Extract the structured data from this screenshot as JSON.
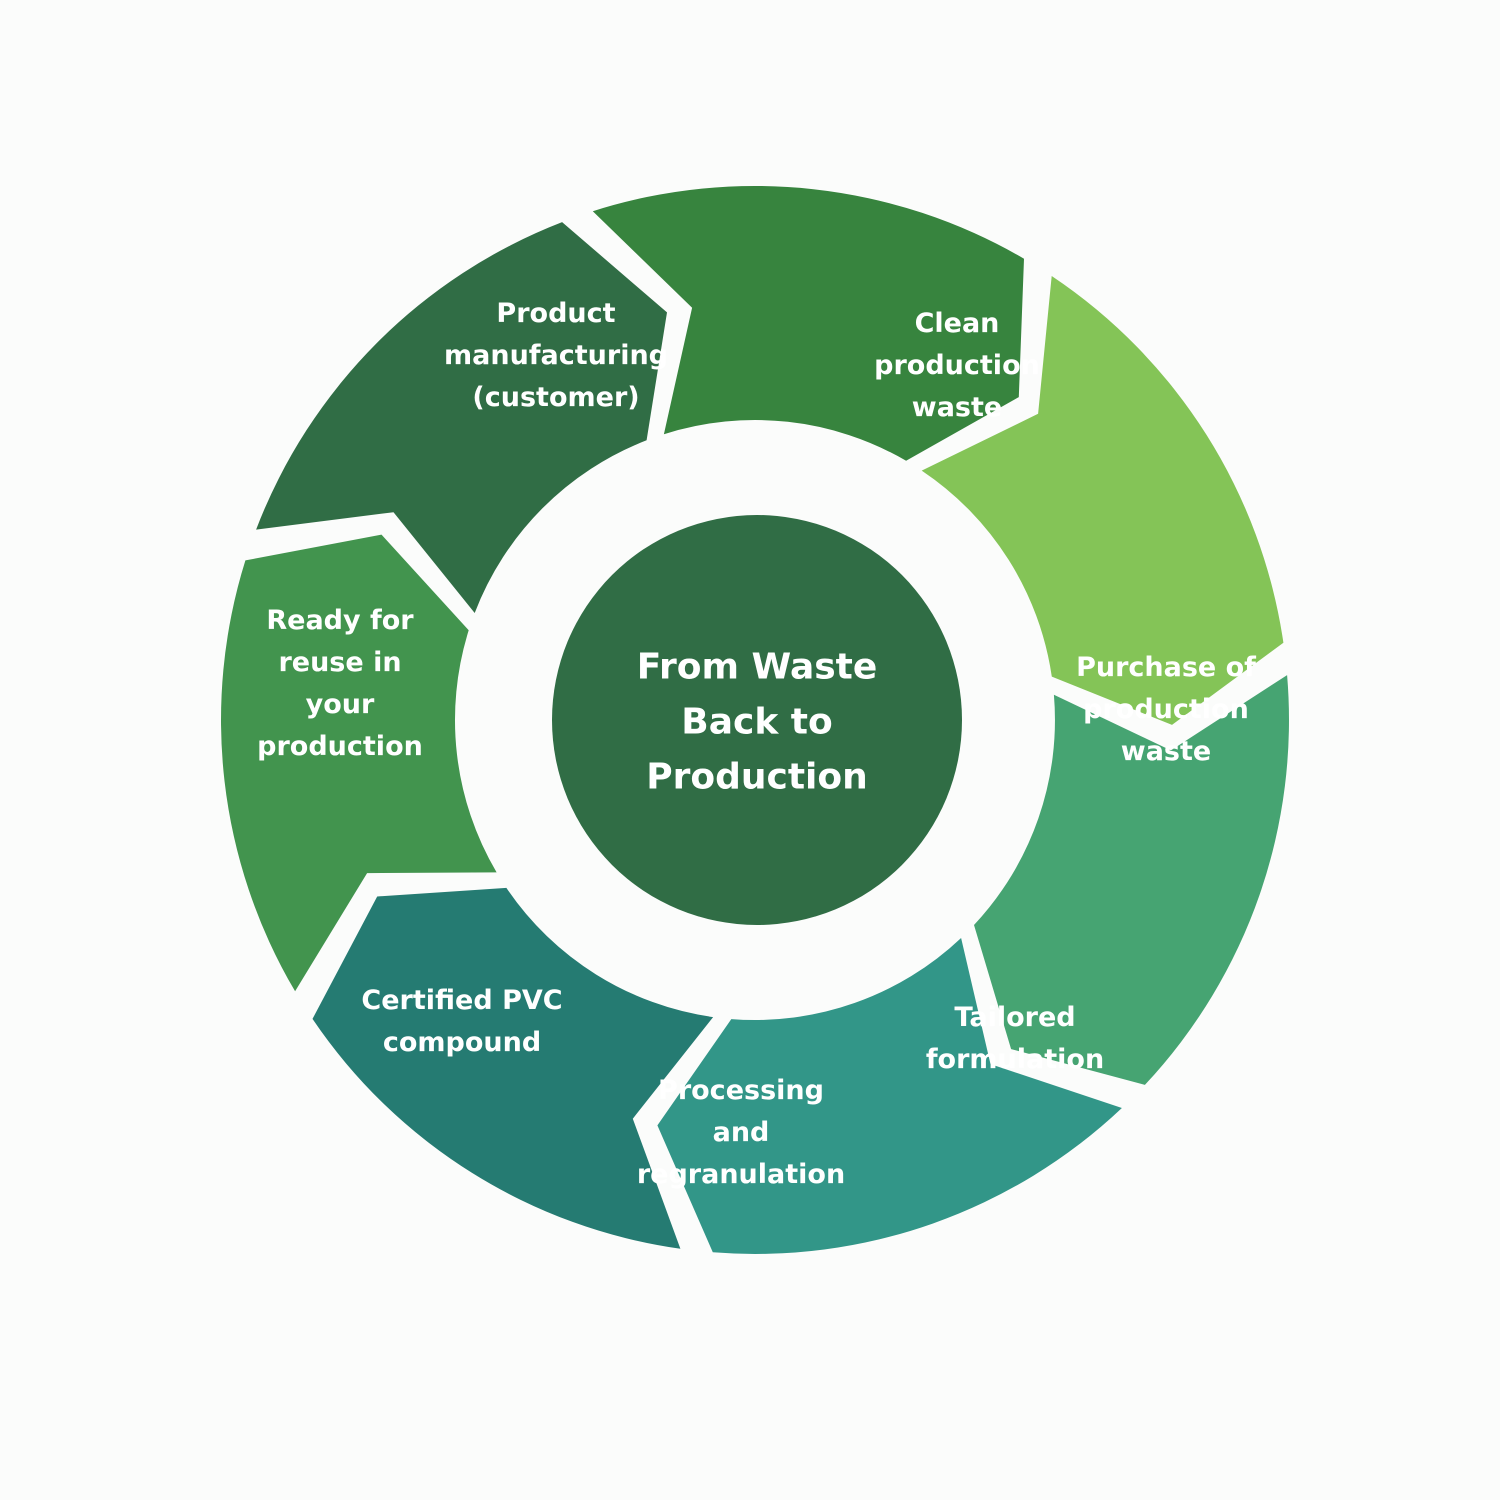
{
  "center": {
    "title": "From Waste\nBack to\nProduction",
    "color": "#306d45"
  },
  "steps": [
    {
      "label": "Clean\nproduction\nwaste",
      "color": "#84c457"
    },
    {
      "label": "Purchase of\nproduction\nwaste",
      "color": "#46a472"
    },
    {
      "label": "Tailored\nformulation",
      "color": "#329688"
    },
    {
      "label": "Processing\nand\nregranulation",
      "color": "#257b72"
    },
    {
      "label": "Certified PVC\ncompound",
      "color": "#42944e"
    },
    {
      "label": "Ready for\nreuse in\nyour\nproduction",
      "color": "#306d45"
    },
    {
      "label": "Product\nmanufacturing\n(customer)",
      "color": "#37843e"
    }
  ],
  "background": "#fbfcfb"
}
